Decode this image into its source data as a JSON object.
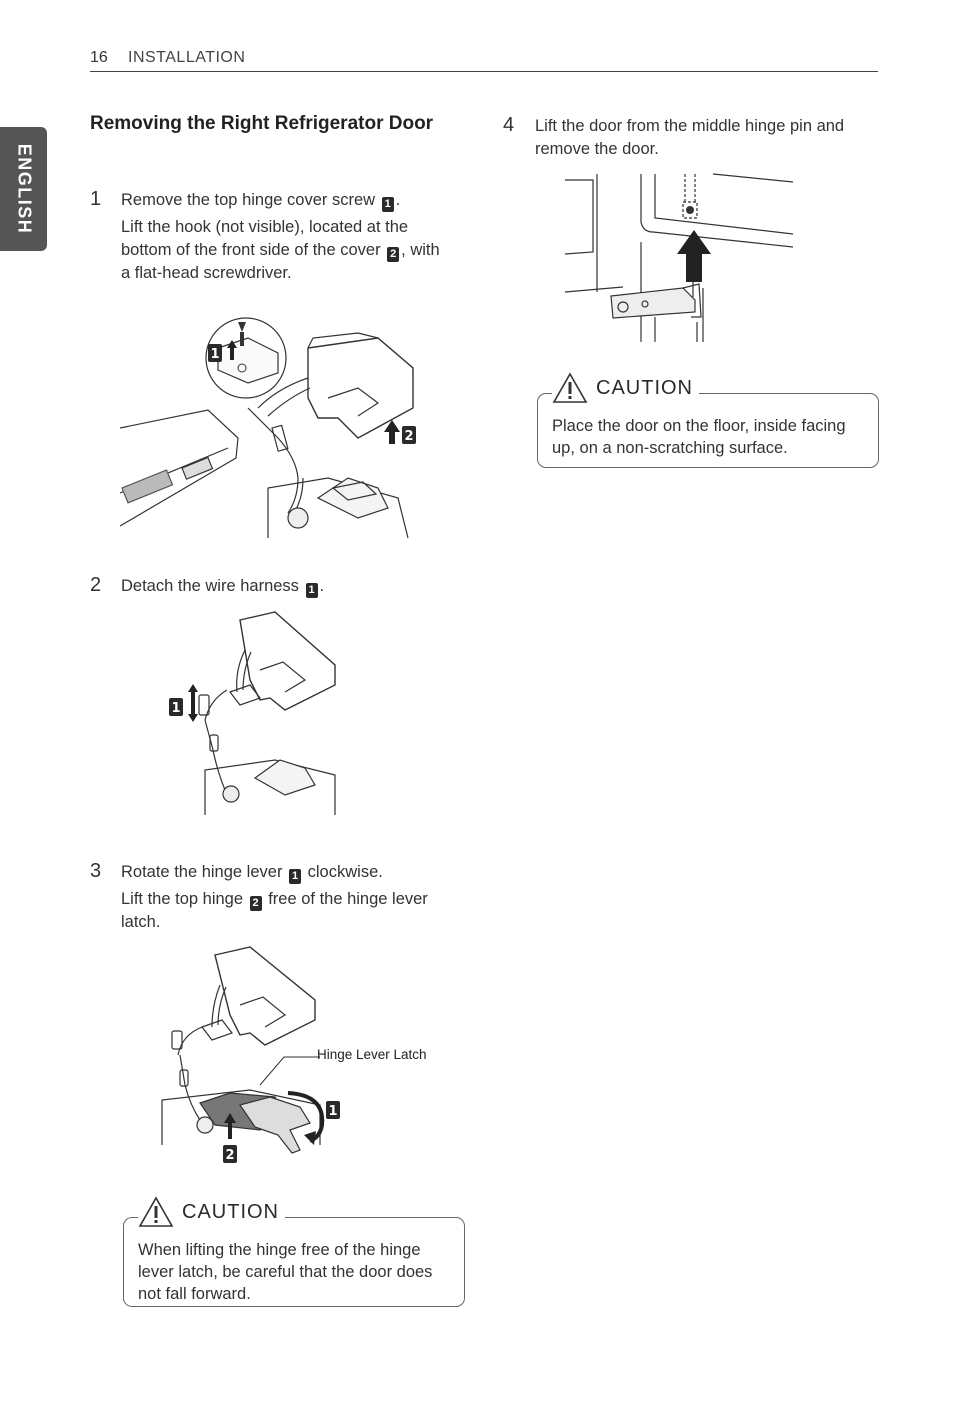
{
  "header": {
    "page_number": "16",
    "section": "INSTALLATION"
  },
  "language_tab": "ENGLISH",
  "title": "Removing the Right Refrigerator Door",
  "steps": [
    {
      "number": "1",
      "lines": [
        "Remove the top hinge cover screw",
        "Lift the hook (not visible), located at the bottom of the front side of the cover",
        "with a flat-head screwdriver."
      ]
    },
    {
      "number": "2",
      "lines": [
        "Detach the wire harness"
      ]
    },
    {
      "number": "3",
      "lines": [
        "Rotate the hinge lever",
        "clockwise.",
        "Lift the top hinge",
        "free of the hinge lever latch."
      ]
    },
    {
      "number": "4",
      "lines": [
        "Lift the door from the middle hinge pin and remove the door."
      ]
    }
  ],
  "badges": {
    "one": "1",
    "two": "2"
  },
  "figure_labels": {
    "hinge_lever_latch": "Hinge Lever Latch"
  },
  "cautions": [
    {
      "title": "CAUTION",
      "text": "When lifting the hinge free of the hinge lever latch, be careful that the door does not fall forward."
    },
    {
      "title": "CAUTION",
      "text": "Place the door on the floor, inside facing up, on a non-scratching surface."
    }
  ],
  "icons": [
    "warning-triangle-icon",
    "up-arrow-icon",
    "rotate-arrow-icon"
  ]
}
